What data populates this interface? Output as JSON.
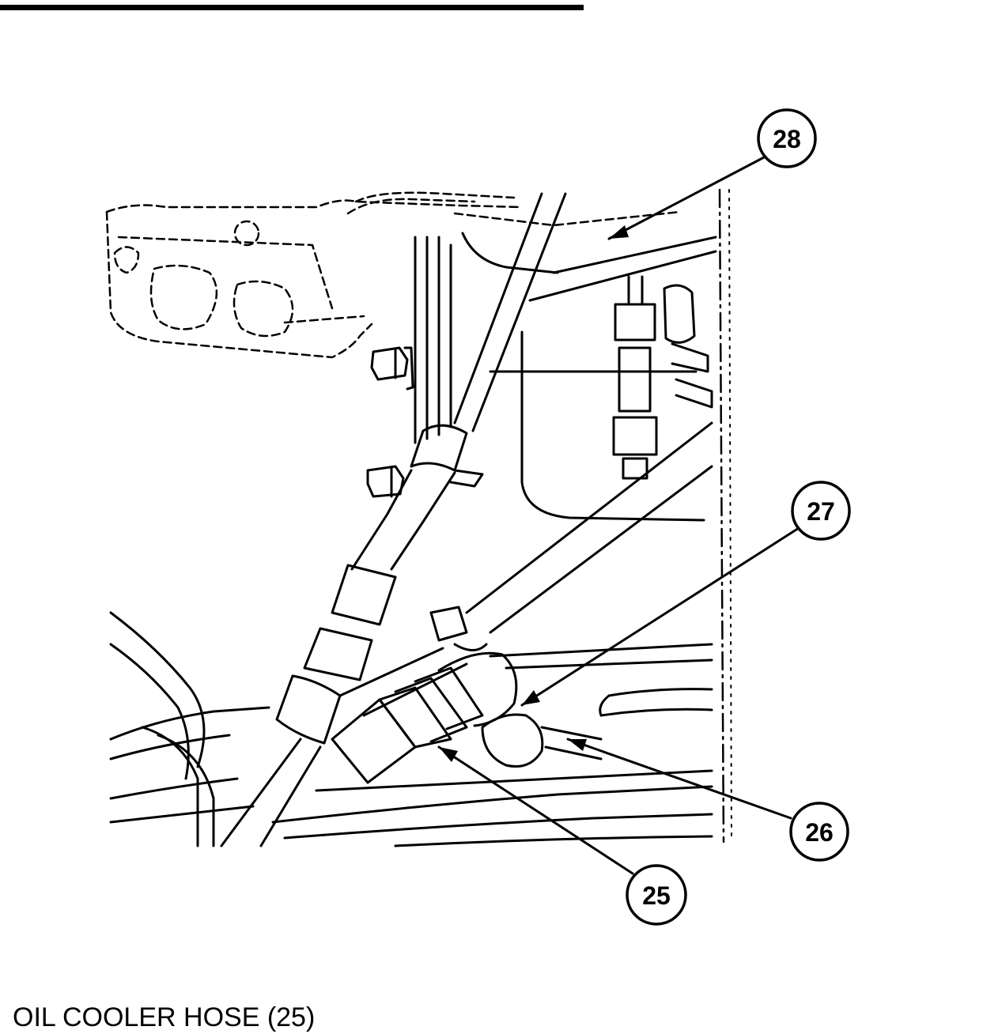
{
  "figure": {
    "callouts": [
      {
        "id": "28",
        "label": "28"
      },
      {
        "id": "27",
        "label": "27"
      },
      {
        "id": "26",
        "label": "26"
      },
      {
        "id": "25",
        "label": "25"
      }
    ],
    "caption": "OIL COOLER HOSE (25)"
  }
}
